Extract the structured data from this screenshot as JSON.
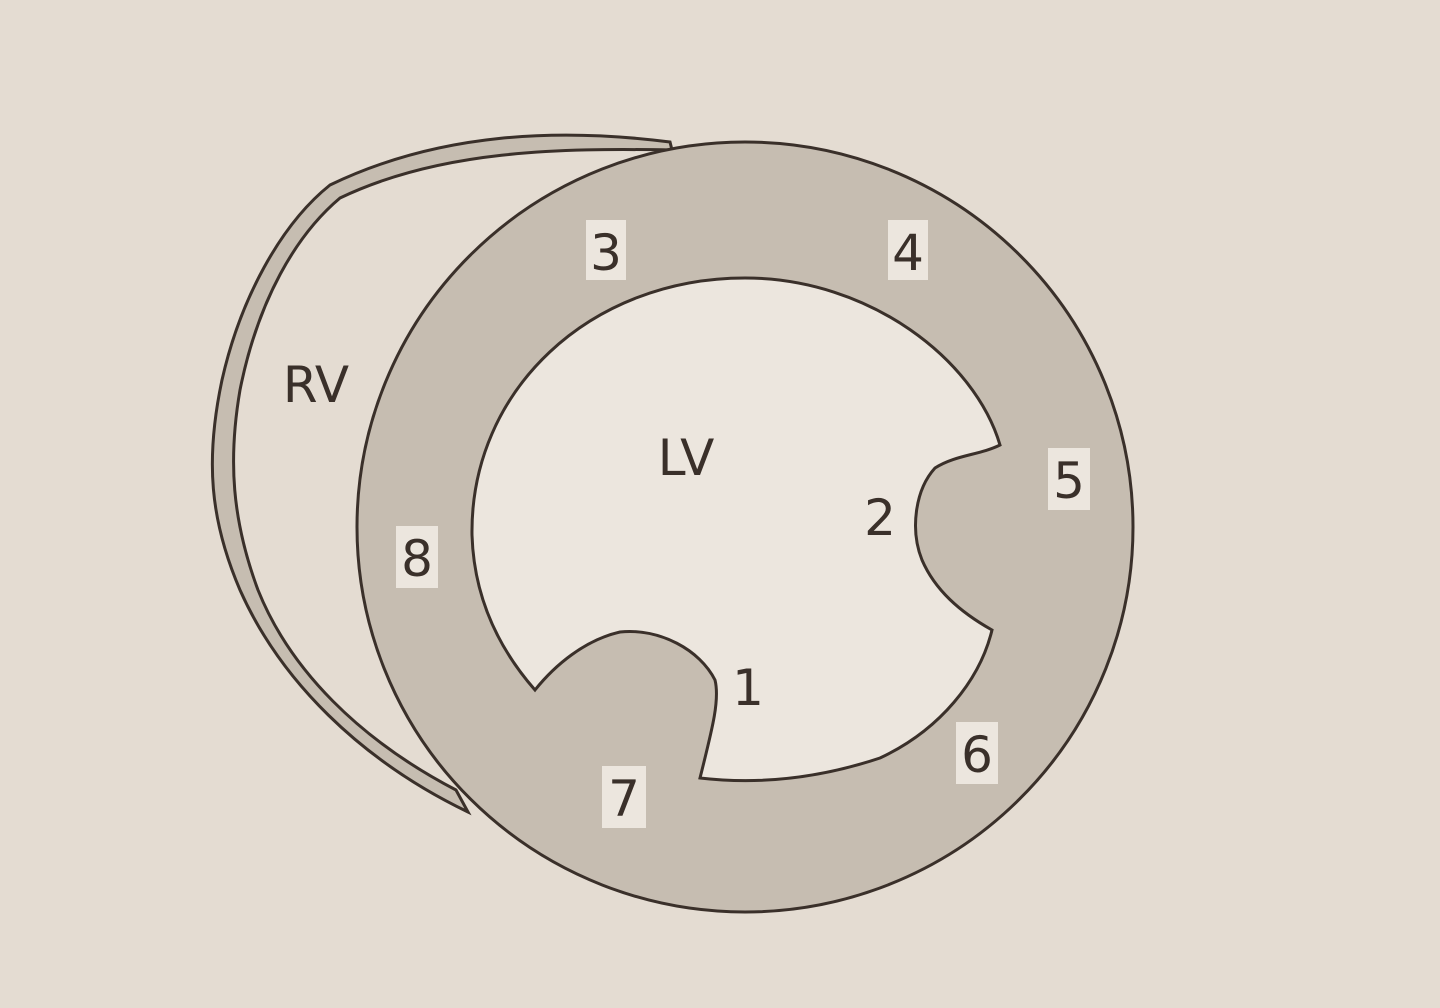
{
  "colors": {
    "background": "#e4dcd2",
    "muscle": "#c6bdb1",
    "cavity": "#ece6de",
    "outline": "#3a302a",
    "label_box": "#ece6de"
  },
  "chambers": {
    "rv": "RV",
    "lv": "LV"
  },
  "segments": [
    {
      "id": "seg-1",
      "label": "1"
    },
    {
      "id": "seg-2",
      "label": "2"
    },
    {
      "id": "seg-3",
      "label": "3"
    },
    {
      "id": "seg-4",
      "label": "4"
    },
    {
      "id": "seg-5",
      "label": "5"
    },
    {
      "id": "seg-6",
      "label": "6"
    },
    {
      "id": "seg-7",
      "label": "7"
    },
    {
      "id": "seg-8",
      "label": "8"
    }
  ]
}
